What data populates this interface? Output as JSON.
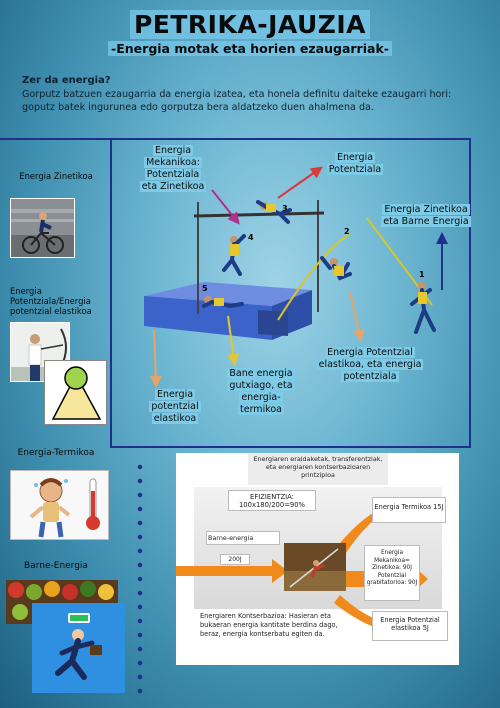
{
  "title": "PETRIKA-JAUZIA",
  "subtitle": "-Energia motak eta horien ezaugarriak-",
  "intro": {
    "heading": "Zer da energia?",
    "body": "Gorputz batzuen ezaugarria da energia izatea, eta honela definitu daiteke ezaugarri hori: goputz batek ingurunea edo gorputza bera aldatzeko duen ahalmena da."
  },
  "sidebar": {
    "kinetic": "Energia Zinetikoa",
    "potential": "Energia Potentziala/Energia potentzial elastikoa",
    "thermal": "Energia-Termikoa",
    "internal": "Barne-Energia"
  },
  "scene": {
    "mechanical": "Energia Mekanikoa: Potentziala eta Zinetikoa",
    "potential": "Energia Potentziala",
    "kinetic_internal": "Energia Zinetikoa eta Barne Energia",
    "elastic_potential": "Energia Potentzial elastikoa, eta energia potentziala",
    "less_internal": "Bane energia gutxiago, eta energia-termikoa",
    "elastic": "Energia potentzial elastikoa",
    "steps": [
      "1",
      "2",
      "3",
      "4",
      "5"
    ]
  },
  "diagram": {
    "header": "Energiaren eraldaketak, transferentziak, eta energiaren kontserbazioaren printzipioa",
    "efficiency": "EFIZIENTZIA: 100x180/200=90%",
    "internal_label": "Barne-energia",
    "internal_value": "200J",
    "thermal": "Energia Termikoa 15J",
    "mechanical": "Energia Mekanikoa= Zinetikoa: 90J Potentzial grabitatorioa: 90J",
    "elastic": "Energia Potentzial elastikoa 5J",
    "conservation": "Energiaren Kontserbazioa: Hasieran eta bukaeran energia kantitate berdina dago, beraz, energia kontserbatu egiten da."
  },
  "colors": {
    "frame": "#1e2f8c",
    "arrow_orange": "#f08a1c",
    "label_bg": "#7ecbe8",
    "mat": "#3b63c9"
  }
}
